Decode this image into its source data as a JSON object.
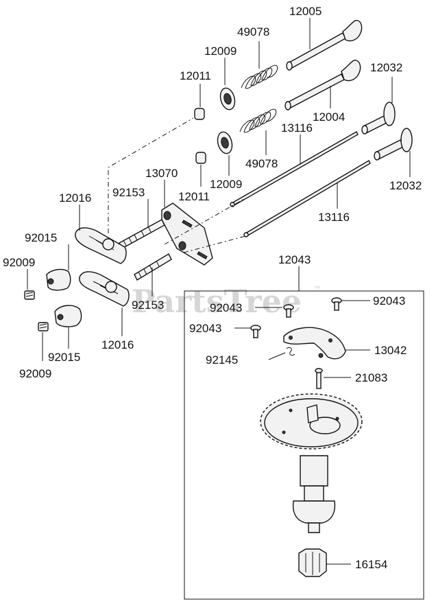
{
  "watermark": {
    "text": "PartsTree",
    "tm": "™"
  },
  "labels": {
    "l12005": "12005",
    "l49078a": "49078",
    "l12009a": "12009",
    "l12011a": "12011",
    "l12032a": "12032",
    "l12004": "12004",
    "l13116a": "13116",
    "l49078b": "49078",
    "l12009b": "12009",
    "l12011b": "12011",
    "l12032b": "12032",
    "l13070": "13070",
    "l12016a": "12016",
    "l92153a": "92153",
    "l13116b": "13116",
    "l92015a": "92015",
    "l92009a": "92009",
    "l12043": "12043",
    "l92153b": "92153",
    "l92043a": "92043",
    "l92043b": "92043",
    "l92043c": "92043",
    "l12016b": "12016",
    "l92145": "92145",
    "l13042": "13042",
    "l92009b": "92009",
    "l92015b": "92015",
    "l21083": "21083",
    "l16154": "16154"
  }
}
